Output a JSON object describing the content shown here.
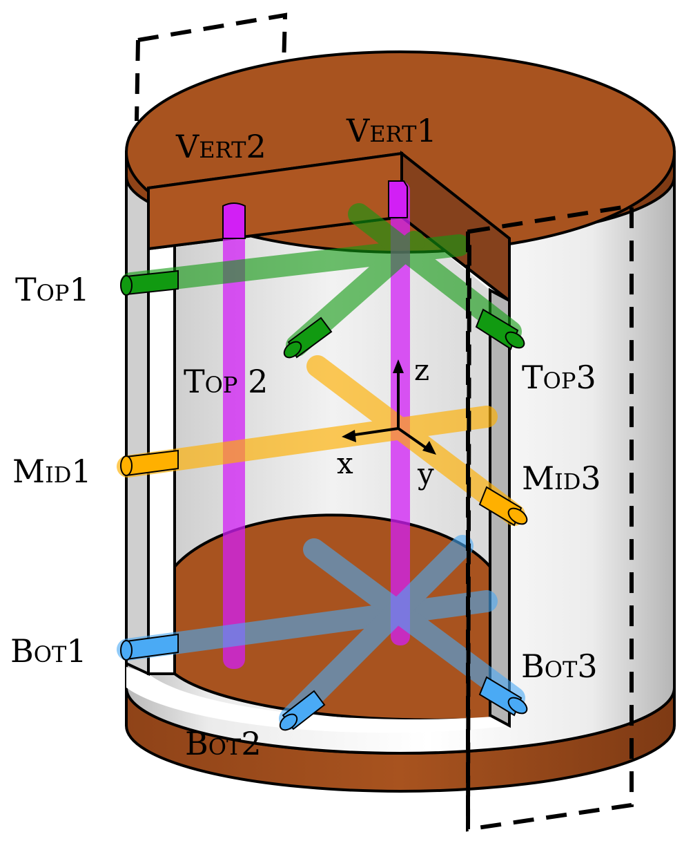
{
  "labels": {
    "vert1": "Vert1",
    "vert2": "Vert2",
    "top1": "Top1",
    "top2": "Top 2",
    "top3": "Top3",
    "mid1": "Mid1",
    "mid3": "Mid3",
    "bot1": "Bot1",
    "bot2": "Bot2",
    "bot3": "Bot3"
  },
  "axes": {
    "x": "x",
    "y": "y",
    "z": "z"
  },
  "colors": {
    "copper": "#a8531f",
    "copper_dark": "#8a4019",
    "wall_light": "#f4f4f4",
    "wall_shade": "#c8c8c8",
    "vertical_sensor": "#d21ff5",
    "top_sensor": "#119a11",
    "mid_sensor": "#ffb000",
    "bot_sensor": "#4aaaf5"
  }
}
